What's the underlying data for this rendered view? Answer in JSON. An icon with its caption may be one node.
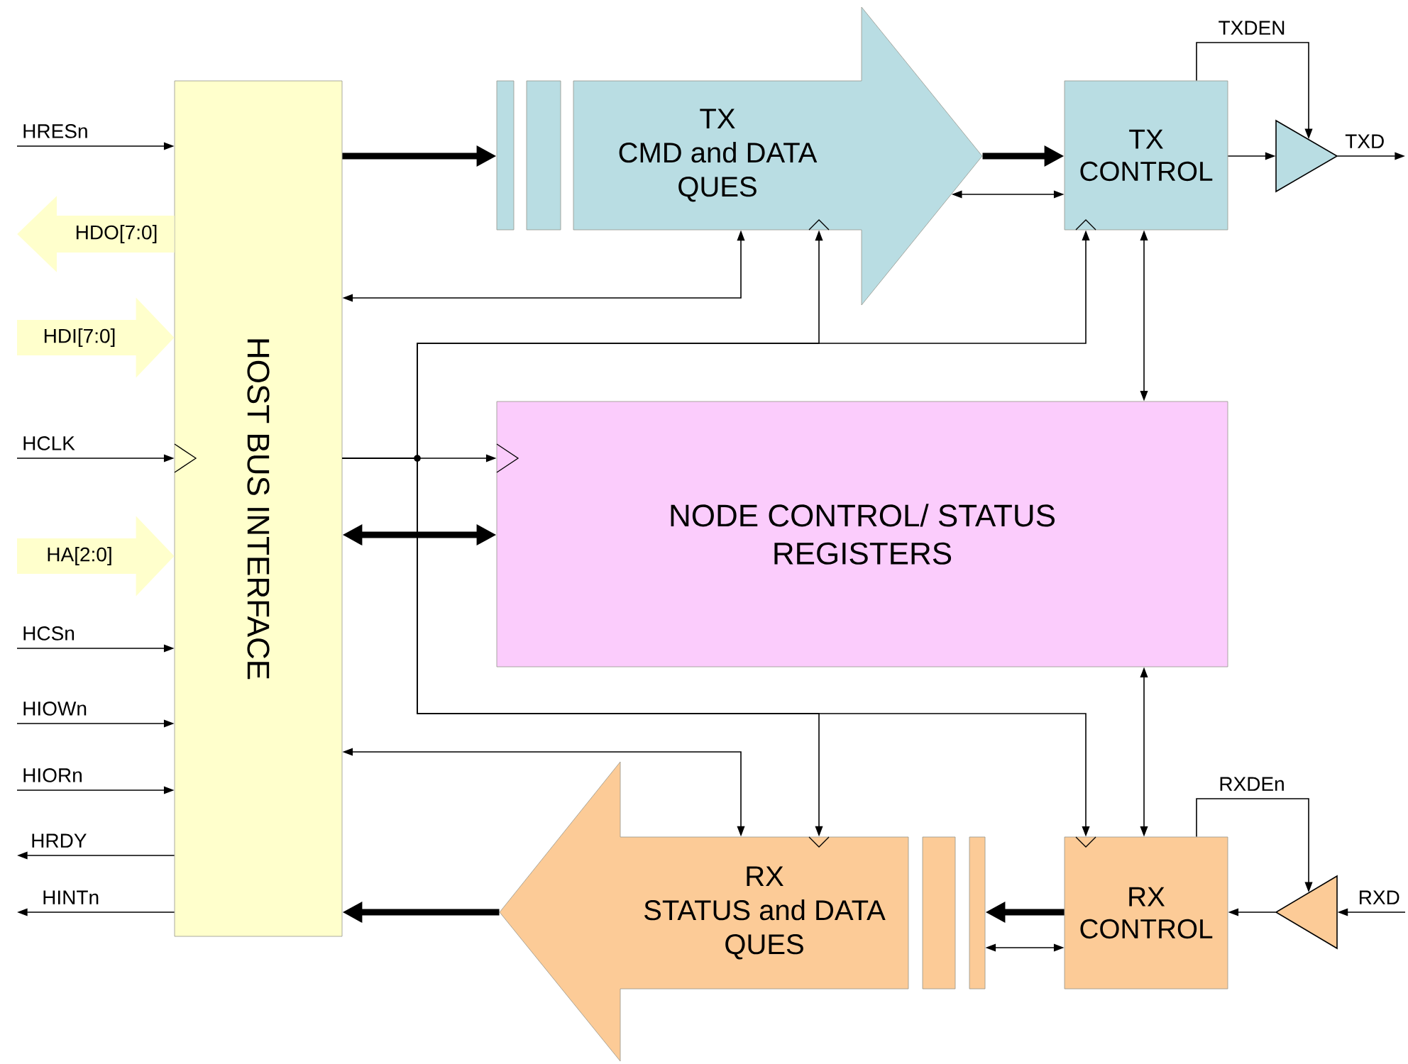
{
  "diagram": {
    "nodes": [
      {
        "text": [
          "HOST BUS INTERFACE"
        ]
      },
      {
        "text": [],
        "shape": "bar"
      },
      {
        "text": [],
        "shape": "bar"
      },
      {
        "text": [
          "TX",
          "CMD and DATA QUES"
        ]
      },
      {
        "text": [
          "TX CONTROL"
        ]
      },
      {
        "text": [],
        "shape": "triangle"
      },
      {
        "text": [
          "NODE CONTROL/ STATUS REGISTERS"
        ]
      },
      {
        "text": [
          "RX",
          "STATUS and DATA QUES"
        ]
      },
      {
        "text": [],
        "shape": "bar"
      },
      {
        "text": [],
        "shape": "bar"
      },
      {
        "text": [
          "RX CONTROL"
        ]
      },
      {
        "text": [],
        "shape": "triangle"
      }
    ],
    "edges": [
      {
        "from": null,
        "to": 0,
        "arrow": "to",
        "label": "HRESn"
      },
      {
        "from": 0,
        "to": null,
        "arrow": "to",
        "label": "HDO[7:0]",
        "style": "thick",
        "color": "#ffffcc"
      },
      {
        "from": null,
        "to": 0,
        "arrow": "to",
        "label": "HDI[7:0]",
        "style": "thick",
        "color": "#ffffcc"
      },
      {
        "from": null,
        "to": 0,
        "arrow": "to",
        "label": "HCLK"
      },
      {
        "from": null,
        "to": 0,
        "arrow": "to",
        "label": "HA[2:0]",
        "style": "thick",
        "color": "#ffffcc"
      },
      {
        "from": null,
        "to": 0,
        "arrow": "to",
        "label": "HCSn"
      },
      {
        "from": null,
        "to": 0,
        "arrow": "to",
        "label": "HIOWn"
      },
      {
        "from": null,
        "to": 0,
        "arrow": "to",
        "label": "HIORn"
      },
      {
        "from": 0,
        "to": null,
        "arrow": "to",
        "label": "HRDY"
      },
      {
        "from": 0,
        "to": null,
        "arrow": "to",
        "label": "HINTn"
      },
      {
        "from": 0,
        "to": 1,
        "arrow": "to",
        "style": "thick"
      },
      {
        "from": 3,
        "to": 4,
        "arrow": "to",
        "style": "thick"
      },
      {
        "from": 3,
        "to": 4,
        "arrow": "both"
      },
      {
        "from": 4,
        "to": 5,
        "arrow": "to"
      },
      {
        "from": 4,
        "to": 5,
        "arrow": "to",
        "label": "TXDEN"
      },
      {
        "from": 5,
        "to": null,
        "arrow": "to",
        "label": "TXD"
      },
      {
        "from": 0,
        "to": 3,
        "arrow": "both"
      },
      {
        "from": 0,
        "to": 6,
        "arrow": "to"
      },
      {
        "from": 0,
        "to": 3,
        "arrow": "to"
      },
      {
        "from": 0,
        "to": 4,
        "arrow": "to"
      },
      {
        "from": 0,
        "to": 7,
        "arrow": "to"
      },
      {
        "from": 0,
        "to": 10,
        "arrow": "to"
      },
      {
        "from": 0,
        "to": 6,
        "arrow": "both",
        "style": "thick"
      },
      {
        "from": 0,
        "to": 7,
        "arrow": "both"
      },
      {
        "from": 4,
        "to": 6,
        "arrow": "both"
      },
      {
        "from": 6,
        "to": 10,
        "arrow": "both"
      },
      {
        "from": 10,
        "to": 9,
        "arrow": "to",
        "style": "thick"
      },
      {
        "from": 10,
        "to": 9,
        "arrow": "both"
      },
      {
        "from": 7,
        "to": 0,
        "arrow": "to",
        "style": "thick"
      },
      {
        "from": 11,
        "to": 10,
        "arrow": "to"
      },
      {
        "from": 10,
        "to": 11,
        "arrow": "to",
        "label": "RXDEn"
      },
      {
        "from": null,
        "to": 11,
        "arrow": "to",
        "label": "RXD"
      }
    ]
  }
}
